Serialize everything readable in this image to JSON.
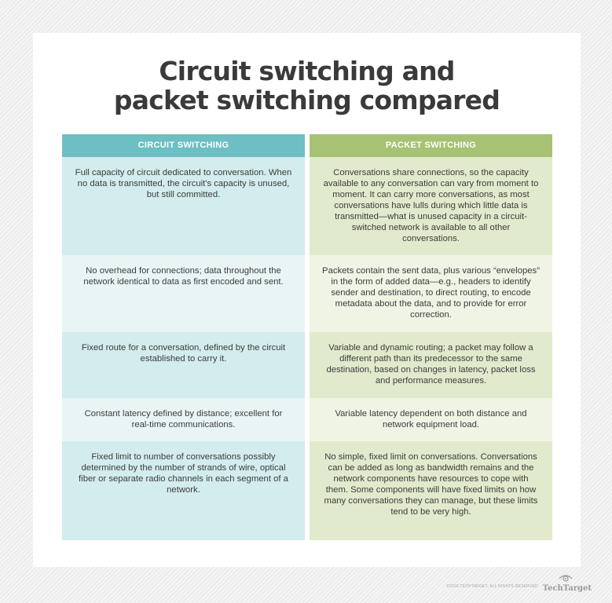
{
  "title": {
    "line1": "Circuit switching and",
    "line2": "packet switching compared"
  },
  "colors": {
    "circuit_header": "#6dbfc3",
    "circuit_row_dark": "#d3eced",
    "circuit_row_light": "#e9f5f5",
    "packet_header": "#a7c274",
    "packet_row_dark": "#e1eacc",
    "packet_row_light": "#eff4e5",
    "title_text": "#3a3a3a"
  },
  "columns": {
    "circuit": {
      "header": "CIRCUIT SWITCHING",
      "rows": [
        "Full capacity of circuit dedicated to conversation. When no data is transmitted, the circuit's capacity is unused, but still committed.",
        "No overhead for connections; data throughout the network identical to data as first encoded and sent.",
        "Fixed route for a conversation, defined by the circuit established to carry it.",
        "Constant latency defined by distance; excellent for real-time communications.",
        "Fixed limit to number of conversations possibly determined by the number of strands of wire, optical fiber or separate radio channels in each segment of a network."
      ]
    },
    "packet": {
      "header": "PACKET SWITCHING",
      "rows": [
        "Conversations share connections, so the capacity available to any conversation can vary from moment to moment. It can carry more conversations, as most conversations have lulls during which little data is transmitted—what is unused capacity in a circuit-switched network is available to all other conversations.",
        "Packets contain the sent data, plus various “envelopes” in the form of added data—e.g., headers to identify sender and destination, to direct routing, to encode metadata about the data, and to provide for error correction.",
        "Variable and dynamic routing; a packet may follow a different path than its predecessor to the same destination, based on changes in latency, packet loss and performance measures.",
        "Variable latency dependent on both distance and network equipment load.",
        "No simple, fixed limit on conversations. Conversations can be added as long as bandwidth remains and the network components have resources to cope with them. Some components will have fixed limits on how many conversations they can manage, but these limits tend to be very high."
      ]
    }
  },
  "footer": {
    "copyright": "©2018 TECHTARGET. ALL RIGHTS RESERVED",
    "logo_text": "TechTarget",
    "logo_icon": "eye-icon"
  }
}
